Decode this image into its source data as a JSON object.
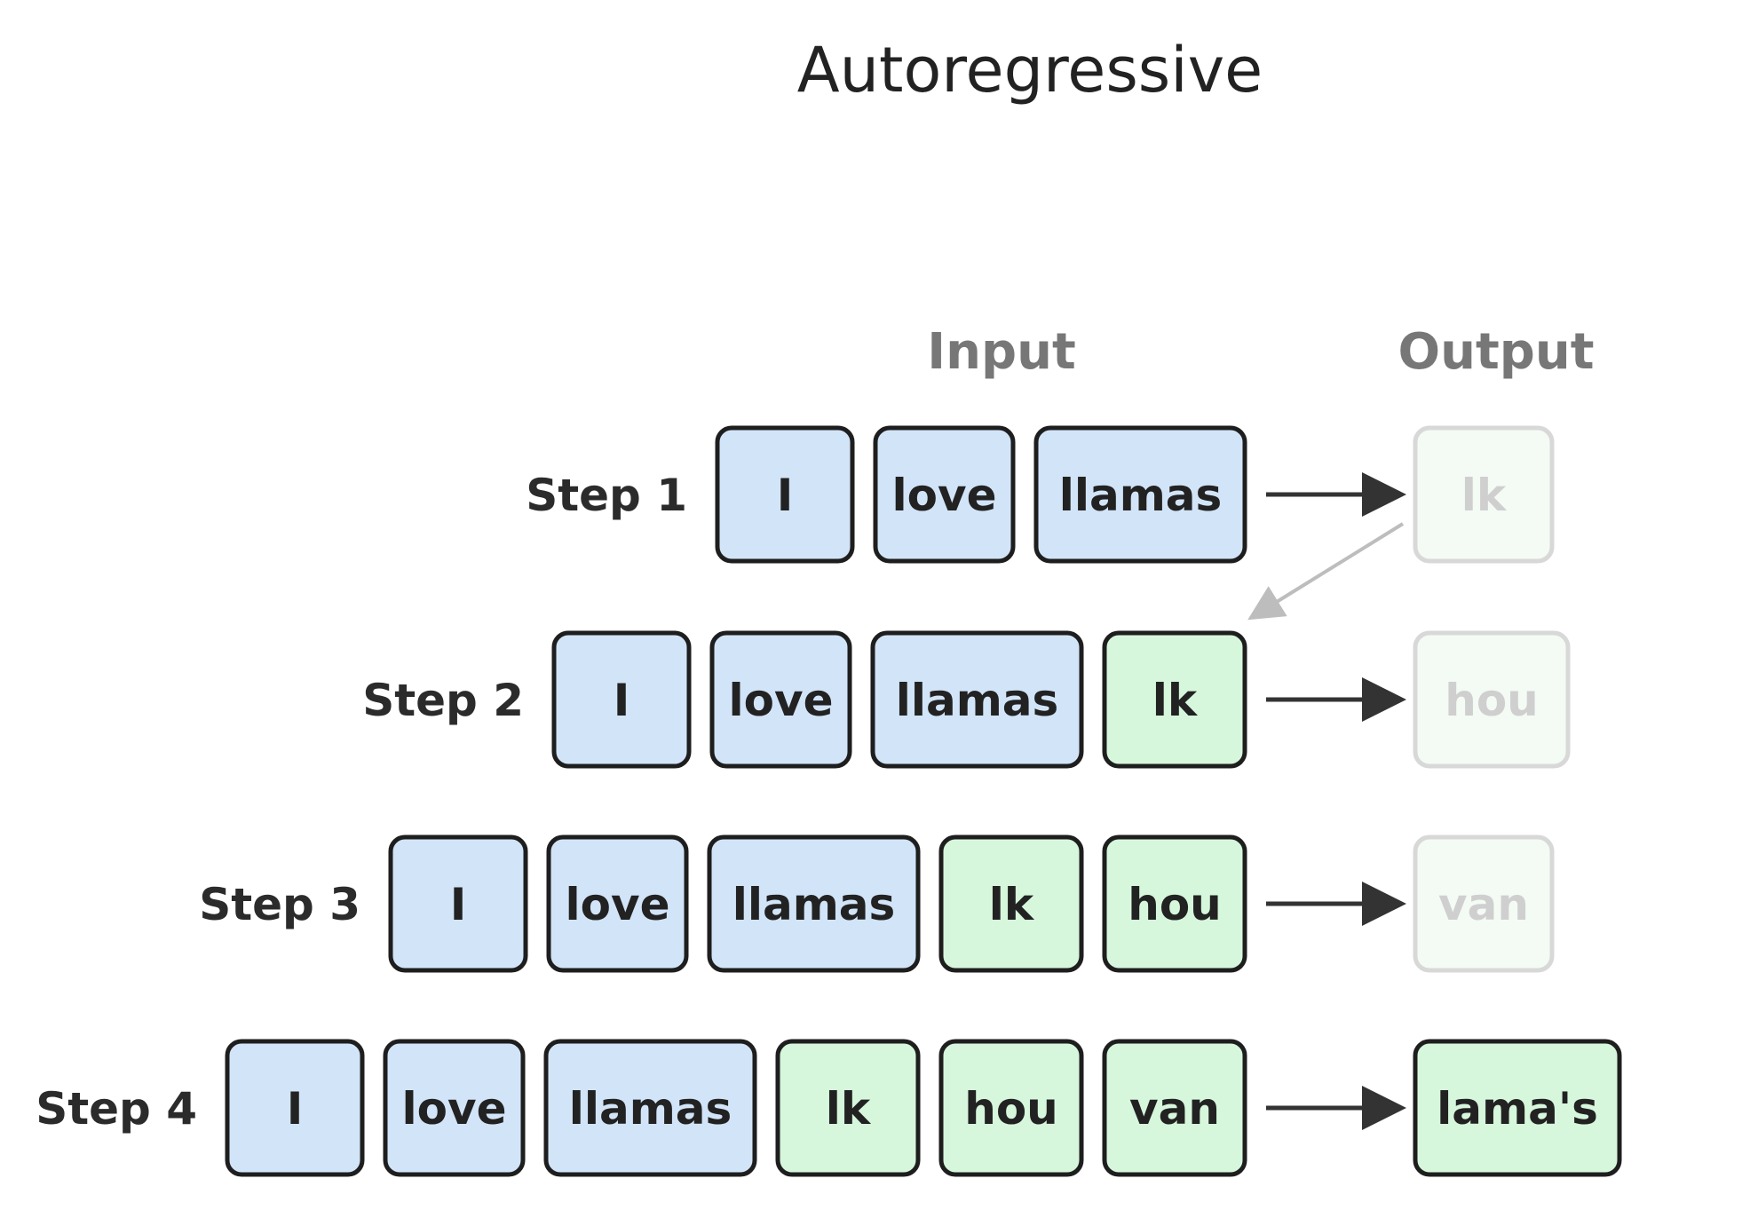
{
  "title": "Autoregressive",
  "headers": {
    "input": "Input",
    "output": "Output"
  },
  "colors": {
    "input_token": "#d2e4f8",
    "generated_token": "#d6f7dc",
    "output_faded": "#f3fbf4",
    "box_stroke": "#1e1e1e",
    "faded_stroke": "#d8d8d8",
    "arrow": "#333333",
    "feedback_arrow": "#bdbdbd"
  },
  "steps": [
    {
      "label": "Step 1",
      "input": [
        {
          "text": "I",
          "kind": "input"
        },
        {
          "text": "love",
          "kind": "input"
        },
        {
          "text": "llamas",
          "kind": "input"
        }
      ],
      "output": {
        "text": "lk",
        "faded": true
      }
    },
    {
      "label": "Step 2",
      "input": [
        {
          "text": "I",
          "kind": "input"
        },
        {
          "text": "love",
          "kind": "input"
        },
        {
          "text": "llamas",
          "kind": "input"
        },
        {
          "text": "lk",
          "kind": "generated"
        }
      ],
      "output": {
        "text": "hou",
        "faded": true
      }
    },
    {
      "label": "Step 3",
      "input": [
        {
          "text": "I",
          "kind": "input"
        },
        {
          "text": "love",
          "kind": "input"
        },
        {
          "text": "llamas",
          "kind": "input"
        },
        {
          "text": "lk",
          "kind": "generated"
        },
        {
          "text": "hou",
          "kind": "generated"
        }
      ],
      "output": {
        "text": "van",
        "faded": true
      }
    },
    {
      "label": "Step 4",
      "input": [
        {
          "text": "I",
          "kind": "input"
        },
        {
          "text": "love",
          "kind": "input"
        },
        {
          "text": "llamas",
          "kind": "input"
        },
        {
          "text": "lk",
          "kind": "generated"
        },
        {
          "text": "hou",
          "kind": "generated"
        },
        {
          "text": "van",
          "kind": "generated"
        }
      ],
      "output": {
        "text": "lama's",
        "faded": false
      }
    }
  ]
}
